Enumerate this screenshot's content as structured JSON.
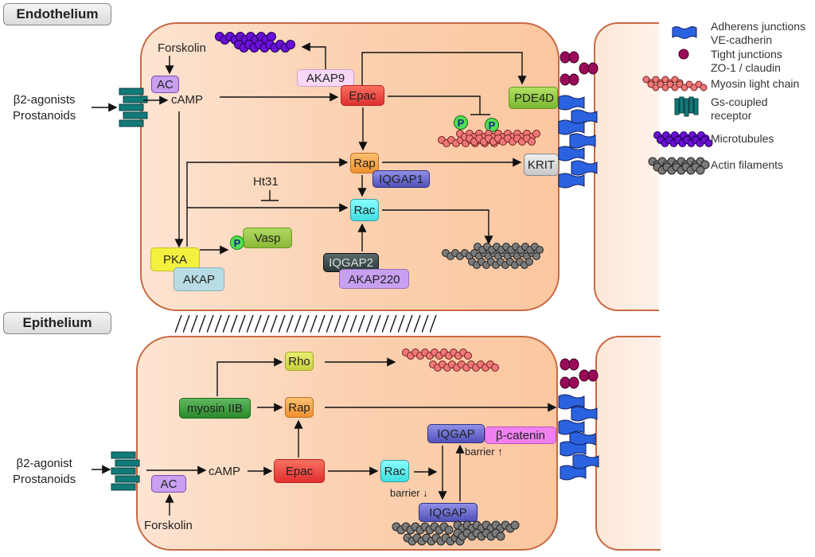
{
  "sections": {
    "endothelium": {
      "label": "Endothelium",
      "stimulus": {
        "line1": "β2-agonists",
        "line2": "Prostanoids"
      },
      "forskolin": "Forskolin",
      "nodes": {
        "ac": "AC",
        "camp": "cAMP",
        "akap9": "AKAP9",
        "epac": "Epac",
        "pde4d": "PDE4D",
        "rap": "Rap",
        "iqgap1": "IQGAP1",
        "krit": "KRIT",
        "ht31": "Ht31",
        "rac": "Rac",
        "pka": "PKA",
        "akap": "AKAP",
        "vasp": "Vasp",
        "phospho": "P",
        "iqgap2": "IQGAP2",
        "akap220": "AKAP220"
      }
    },
    "epithelium": {
      "label": "Epithelium",
      "stimulus": {
        "line1": "β2-agonist",
        "line2": "Prostanoids"
      },
      "forskolin": "Forskolin",
      "nodes": {
        "ac": "AC",
        "camp": "cAMP",
        "epac": "Epac",
        "rap": "Rap",
        "rho": "Rho",
        "myosin_iib": "myosin IIB",
        "rac": "Rac",
        "iqgap_top": "IQGAP",
        "beta_catenin": "β-catenin",
        "iqgap_bottom": "IQGAP",
        "barrier_up": "barrier ↑",
        "barrier_down": "barrier ↓"
      }
    }
  },
  "legend": [
    {
      "icon": "adherens-junction-icon",
      "line1": "Adherens junctions",
      "line2": "VE-cadherin",
      "color": "#2a62e0"
    },
    {
      "icon": "tight-junction-icon",
      "line1": "Tight junctions",
      "line2": "ZO-1 / claudin",
      "color": "#9a0a5a"
    },
    {
      "icon": "myosin-light-chain-icon",
      "line1": "Myosin light chain",
      "line2": "",
      "color": "#f08080"
    },
    {
      "icon": "gs-receptor-icon",
      "line1": "Gs-coupled",
      "line2": "receptor",
      "color": "#127a78"
    },
    {
      "icon": "microtubules-icon",
      "line1": "Microtubules",
      "line2": "",
      "color": "#6a10d8"
    },
    {
      "icon": "actin-filaments-icon",
      "line1": "Actin filaments",
      "line2": "",
      "color": "#808080"
    }
  ],
  "colors": {
    "ac": "#c9a0f0",
    "akap9": "#f7d8f7",
    "epac": "#f0504a",
    "pde4d": "#96c846",
    "rap": "#f6a450",
    "iqgap": "#6e6ed2",
    "krit": "#d8d8d8",
    "rac": "#5ae6ea",
    "pka": "#f4f040",
    "akap": "#b8dce4",
    "vasp": "#9ac64a",
    "iqgap2": "#3c4a4a",
    "akap220": "#c8a0f0",
    "rho": "#d4dc50",
    "myosin_iib": "#3a9a3a",
    "beta_catenin": "#f080f0",
    "phospho": "#50e050"
  }
}
